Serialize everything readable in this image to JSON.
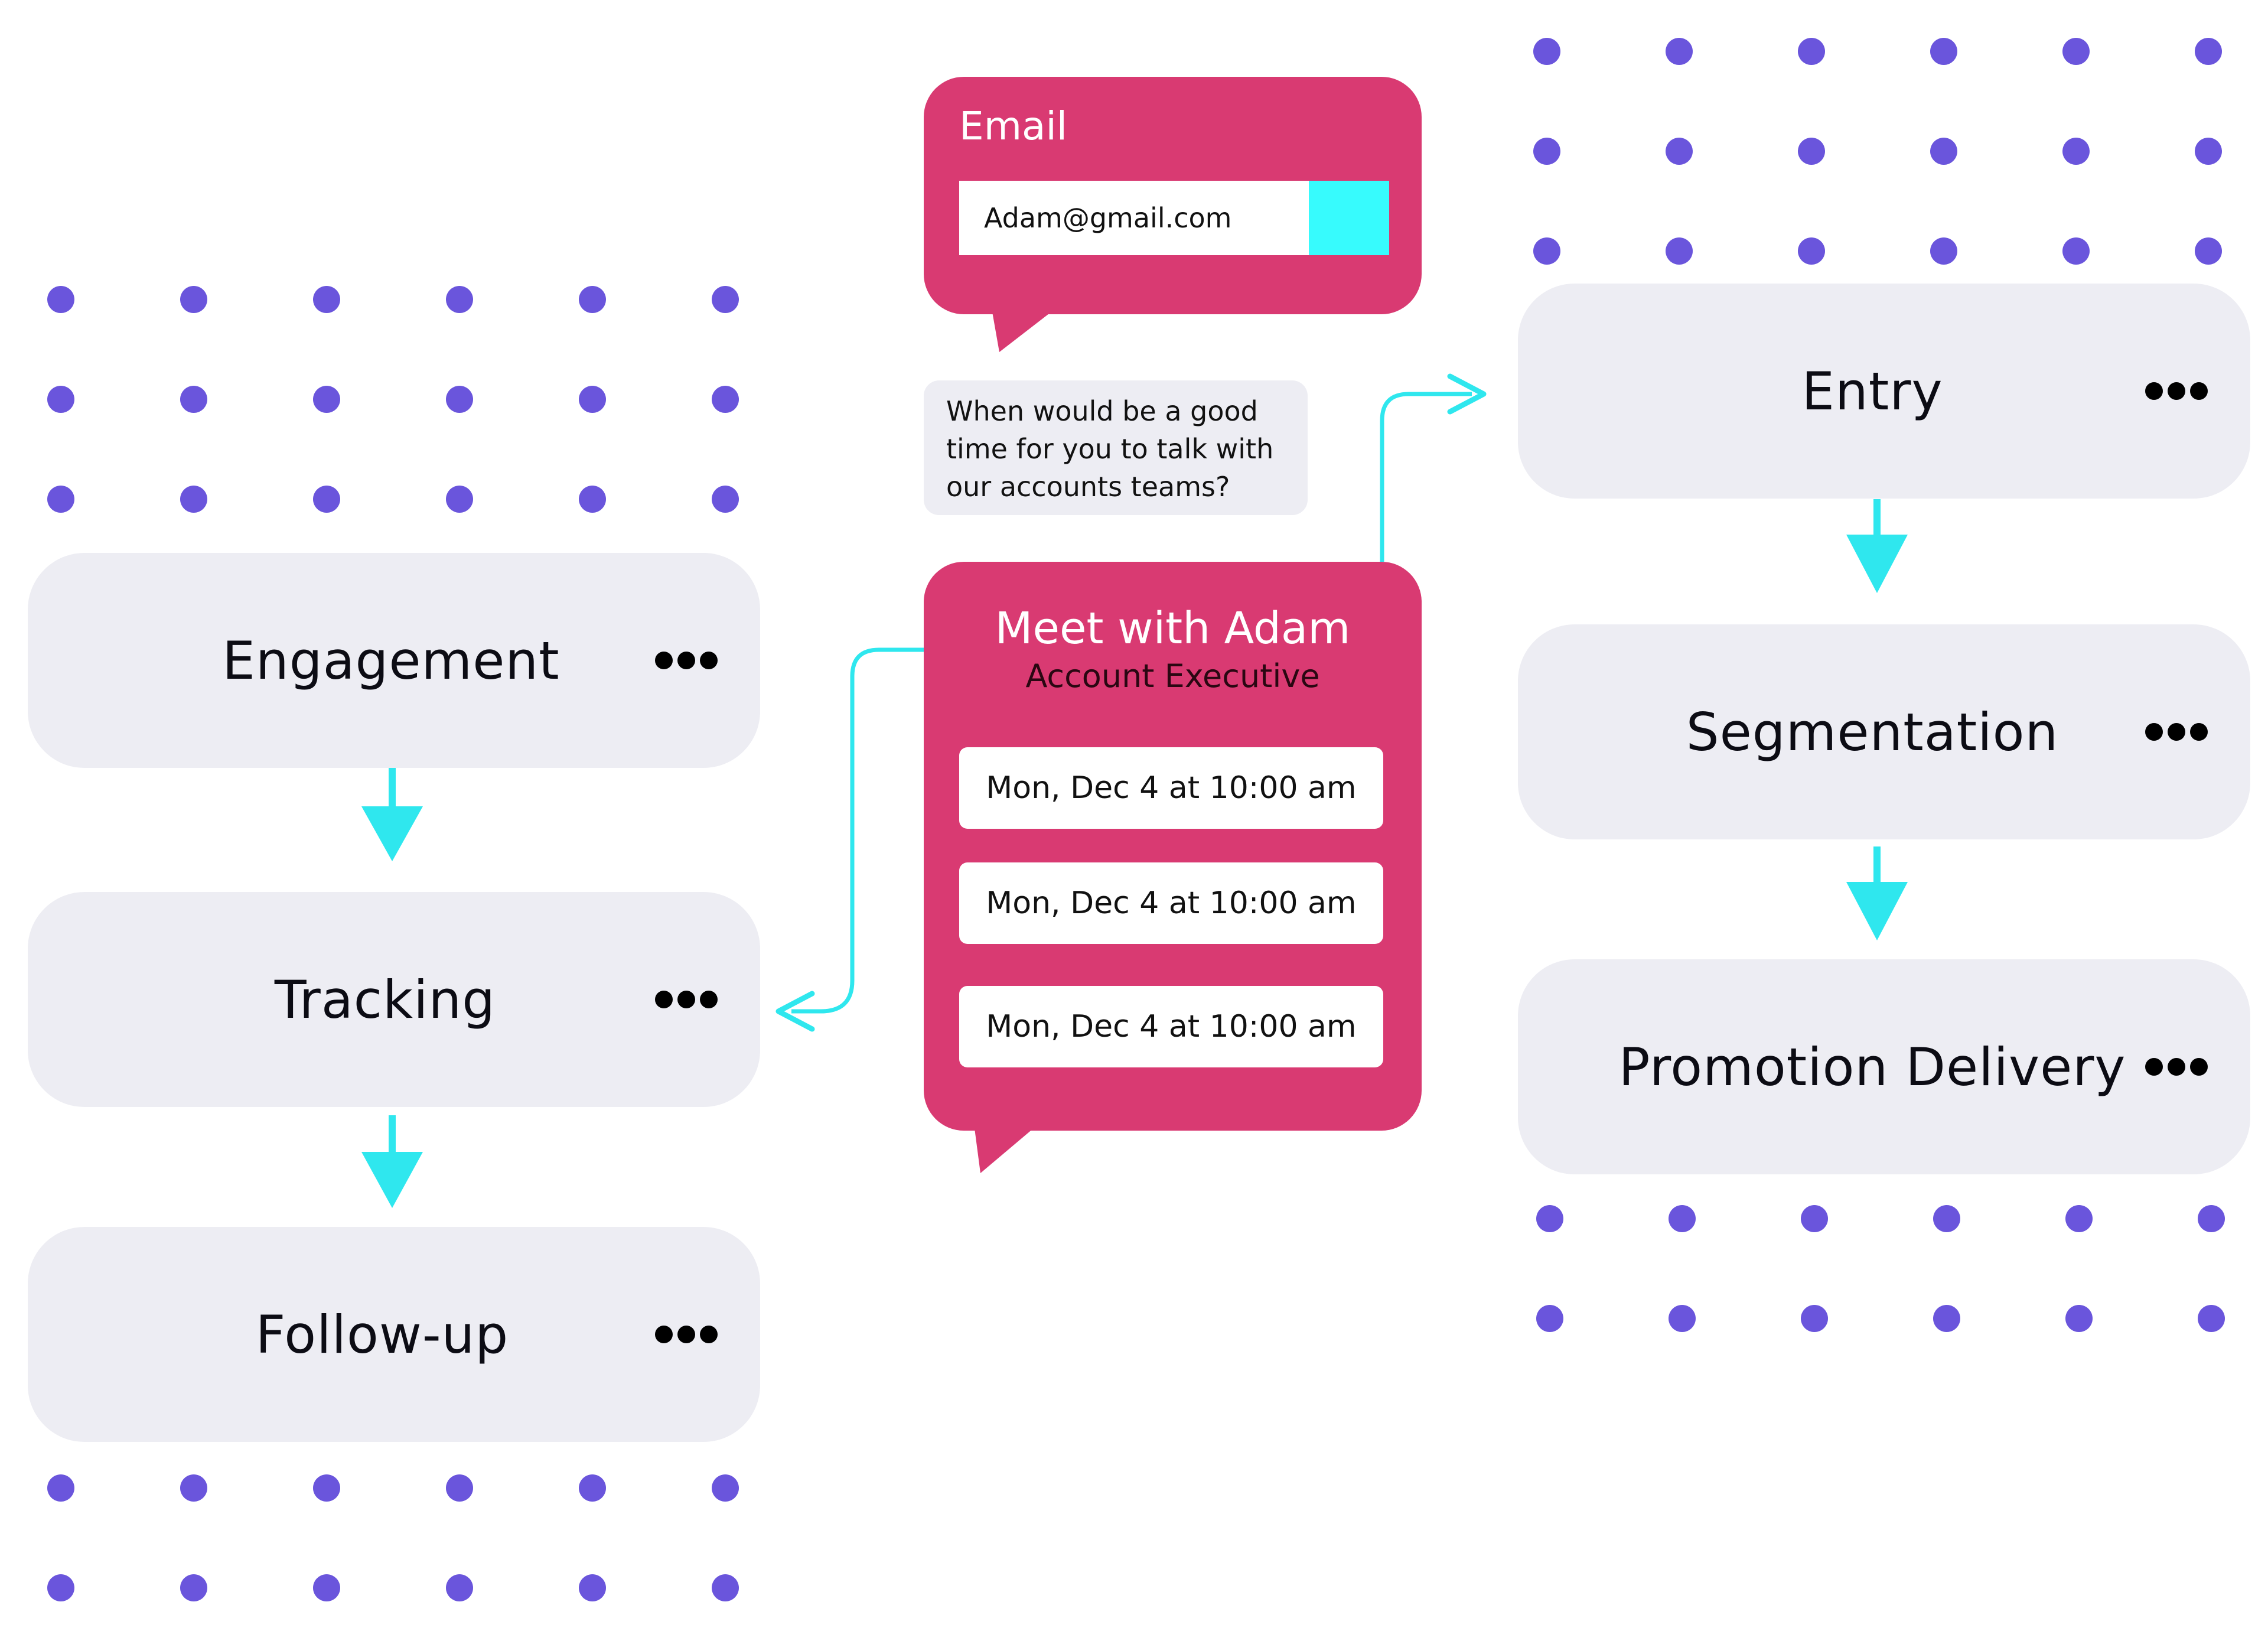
{
  "colors": {
    "dot": "#6a55dc",
    "card": "#ededf3",
    "accent_pink": "#d93a72",
    "arrow_cyan": "#2fe7ee",
    "submit_cyan": "#37fbfd",
    "text_dark": "#0c0c14"
  },
  "left_flow": {
    "steps": [
      {
        "label": "Engagement",
        "more_icon": "more-horizontal-icon"
      },
      {
        "label": "Tracking",
        "more_icon": "more-horizontal-icon"
      },
      {
        "label": "Follow-up",
        "more_icon": "more-horizontal-icon"
      }
    ]
  },
  "right_flow": {
    "steps": [
      {
        "label": "Entry",
        "more_icon": "more-horizontal-icon"
      },
      {
        "label": "Segmentation",
        "more_icon": "more-horizontal-icon"
      },
      {
        "label": "Promotion Delivery",
        "more_icon": "more-horizontal-icon"
      }
    ]
  },
  "email_card": {
    "title": "Email",
    "value": "Adam@gmail.com"
  },
  "question": {
    "text": "When would be a good time for you to talk with our accounts teams?"
  },
  "meeting_card": {
    "title": "Meet with Adam",
    "subtitle": "Account Executive",
    "slots": [
      "Mon, Dec 4 at 10:00 am",
      "Mon, Dec 4 at 10:00 am",
      "Mon, Dec 4 at 10:00 am"
    ]
  }
}
